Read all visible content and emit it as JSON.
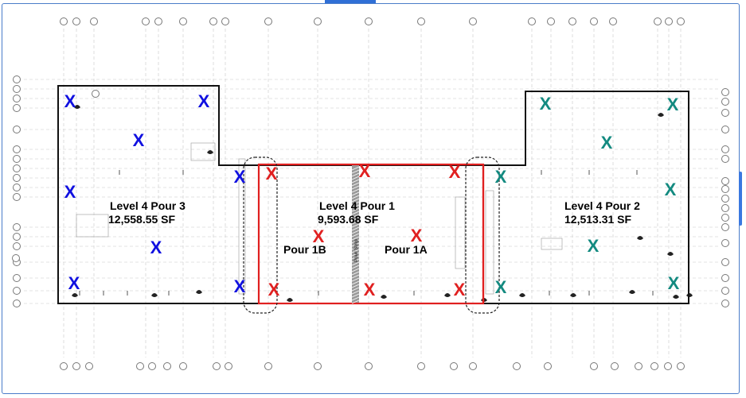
{
  "colors": {
    "pour1_mark": "#e02020",
    "pour2_mark": "#138a80",
    "pour3_mark": "#1010e0",
    "outline": "#111111",
    "frame": "#4a7cc9"
  },
  "pours": {
    "pour3": {
      "title": "Level 4 Pour 3",
      "area": "12,558.55 SF"
    },
    "pour1": {
      "title": "Level 4 Pour 1",
      "area": "9,593.68 SF",
      "sub_b": "Pour 1B",
      "sub_a": "Pour 1A"
    },
    "pour2": {
      "title": "Level 4 Pour 2",
      "area": "12,513.31 SF"
    }
  },
  "pour_strip_label": "Pour Strip",
  "mark_glyph": "X"
}
